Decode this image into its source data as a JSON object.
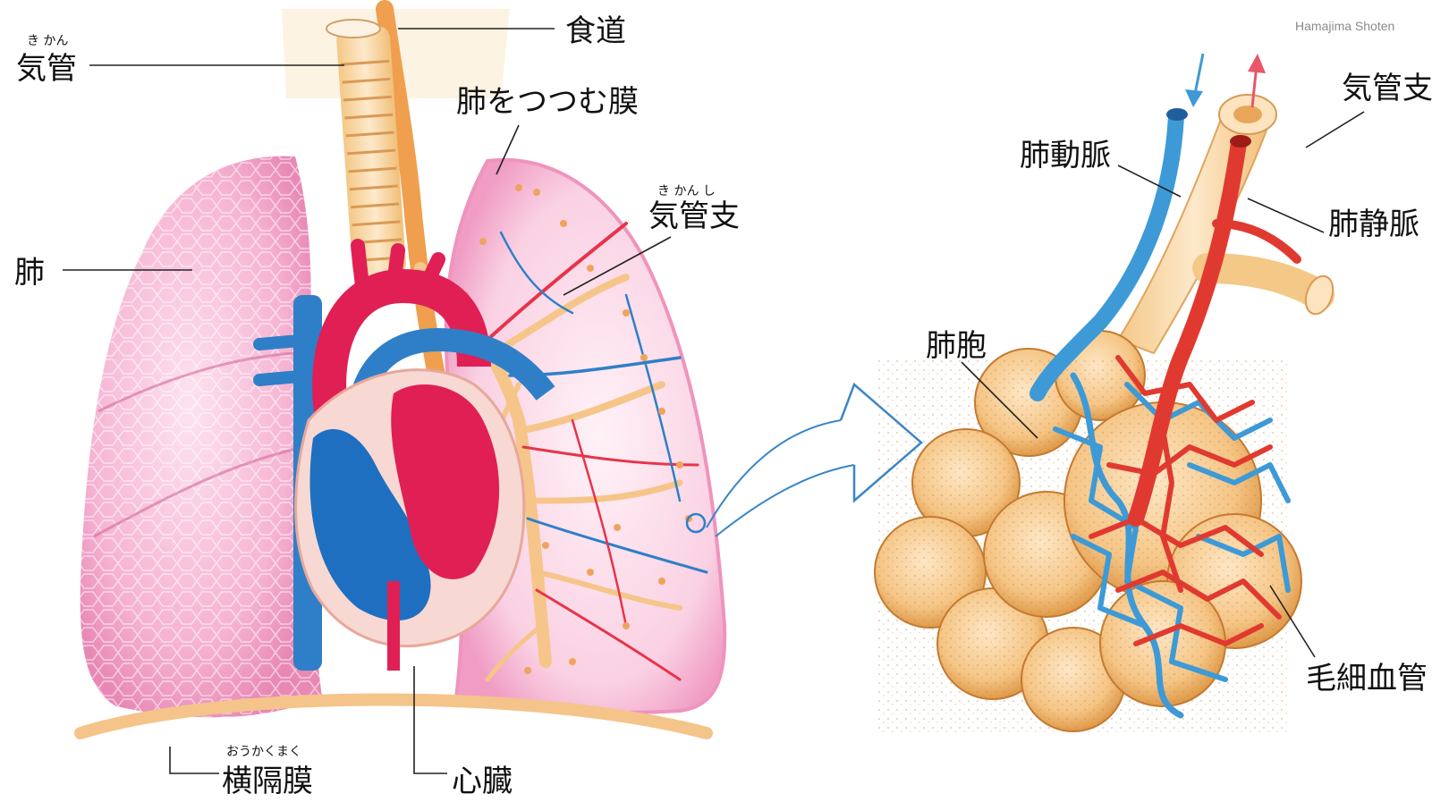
{
  "credit": "Hamajima Shoten",
  "labels": {
    "trachea": {
      "text": "気管",
      "ruby": "き かん"
    },
    "esophagus": {
      "text": "食道"
    },
    "pleura": {
      "text": "肺をつつむ膜"
    },
    "bronchus_left": {
      "text": "気管支",
      "ruby": "き かん し"
    },
    "lung": {
      "text": "肺"
    },
    "diaphragm": {
      "text": "横隔膜",
      "ruby": "おうかくまく"
    },
    "heart": {
      "text": "心臓"
    },
    "pulmonary_artery": {
      "text": "肺動脈"
    },
    "bronchus_right": {
      "text": "気管支"
    },
    "pulmonary_vein": {
      "text": "肺静脈"
    },
    "alveoli": {
      "text": "肺胞"
    },
    "capillaries": {
      "text": "毛細血管"
    }
  },
  "colors": {
    "lung_pink": "#f4a9cc",
    "lung_pink_light": "#fbd7e7",
    "artery_red": "#e8334a",
    "vein_blue": "#2f7fc8",
    "bronchus_tan": "#f7c98a",
    "alveolus_orange": "#f2b46a",
    "esophagus_orange": "#ef9f4e",
    "diaphragm_tan": "#f4c48a"
  }
}
